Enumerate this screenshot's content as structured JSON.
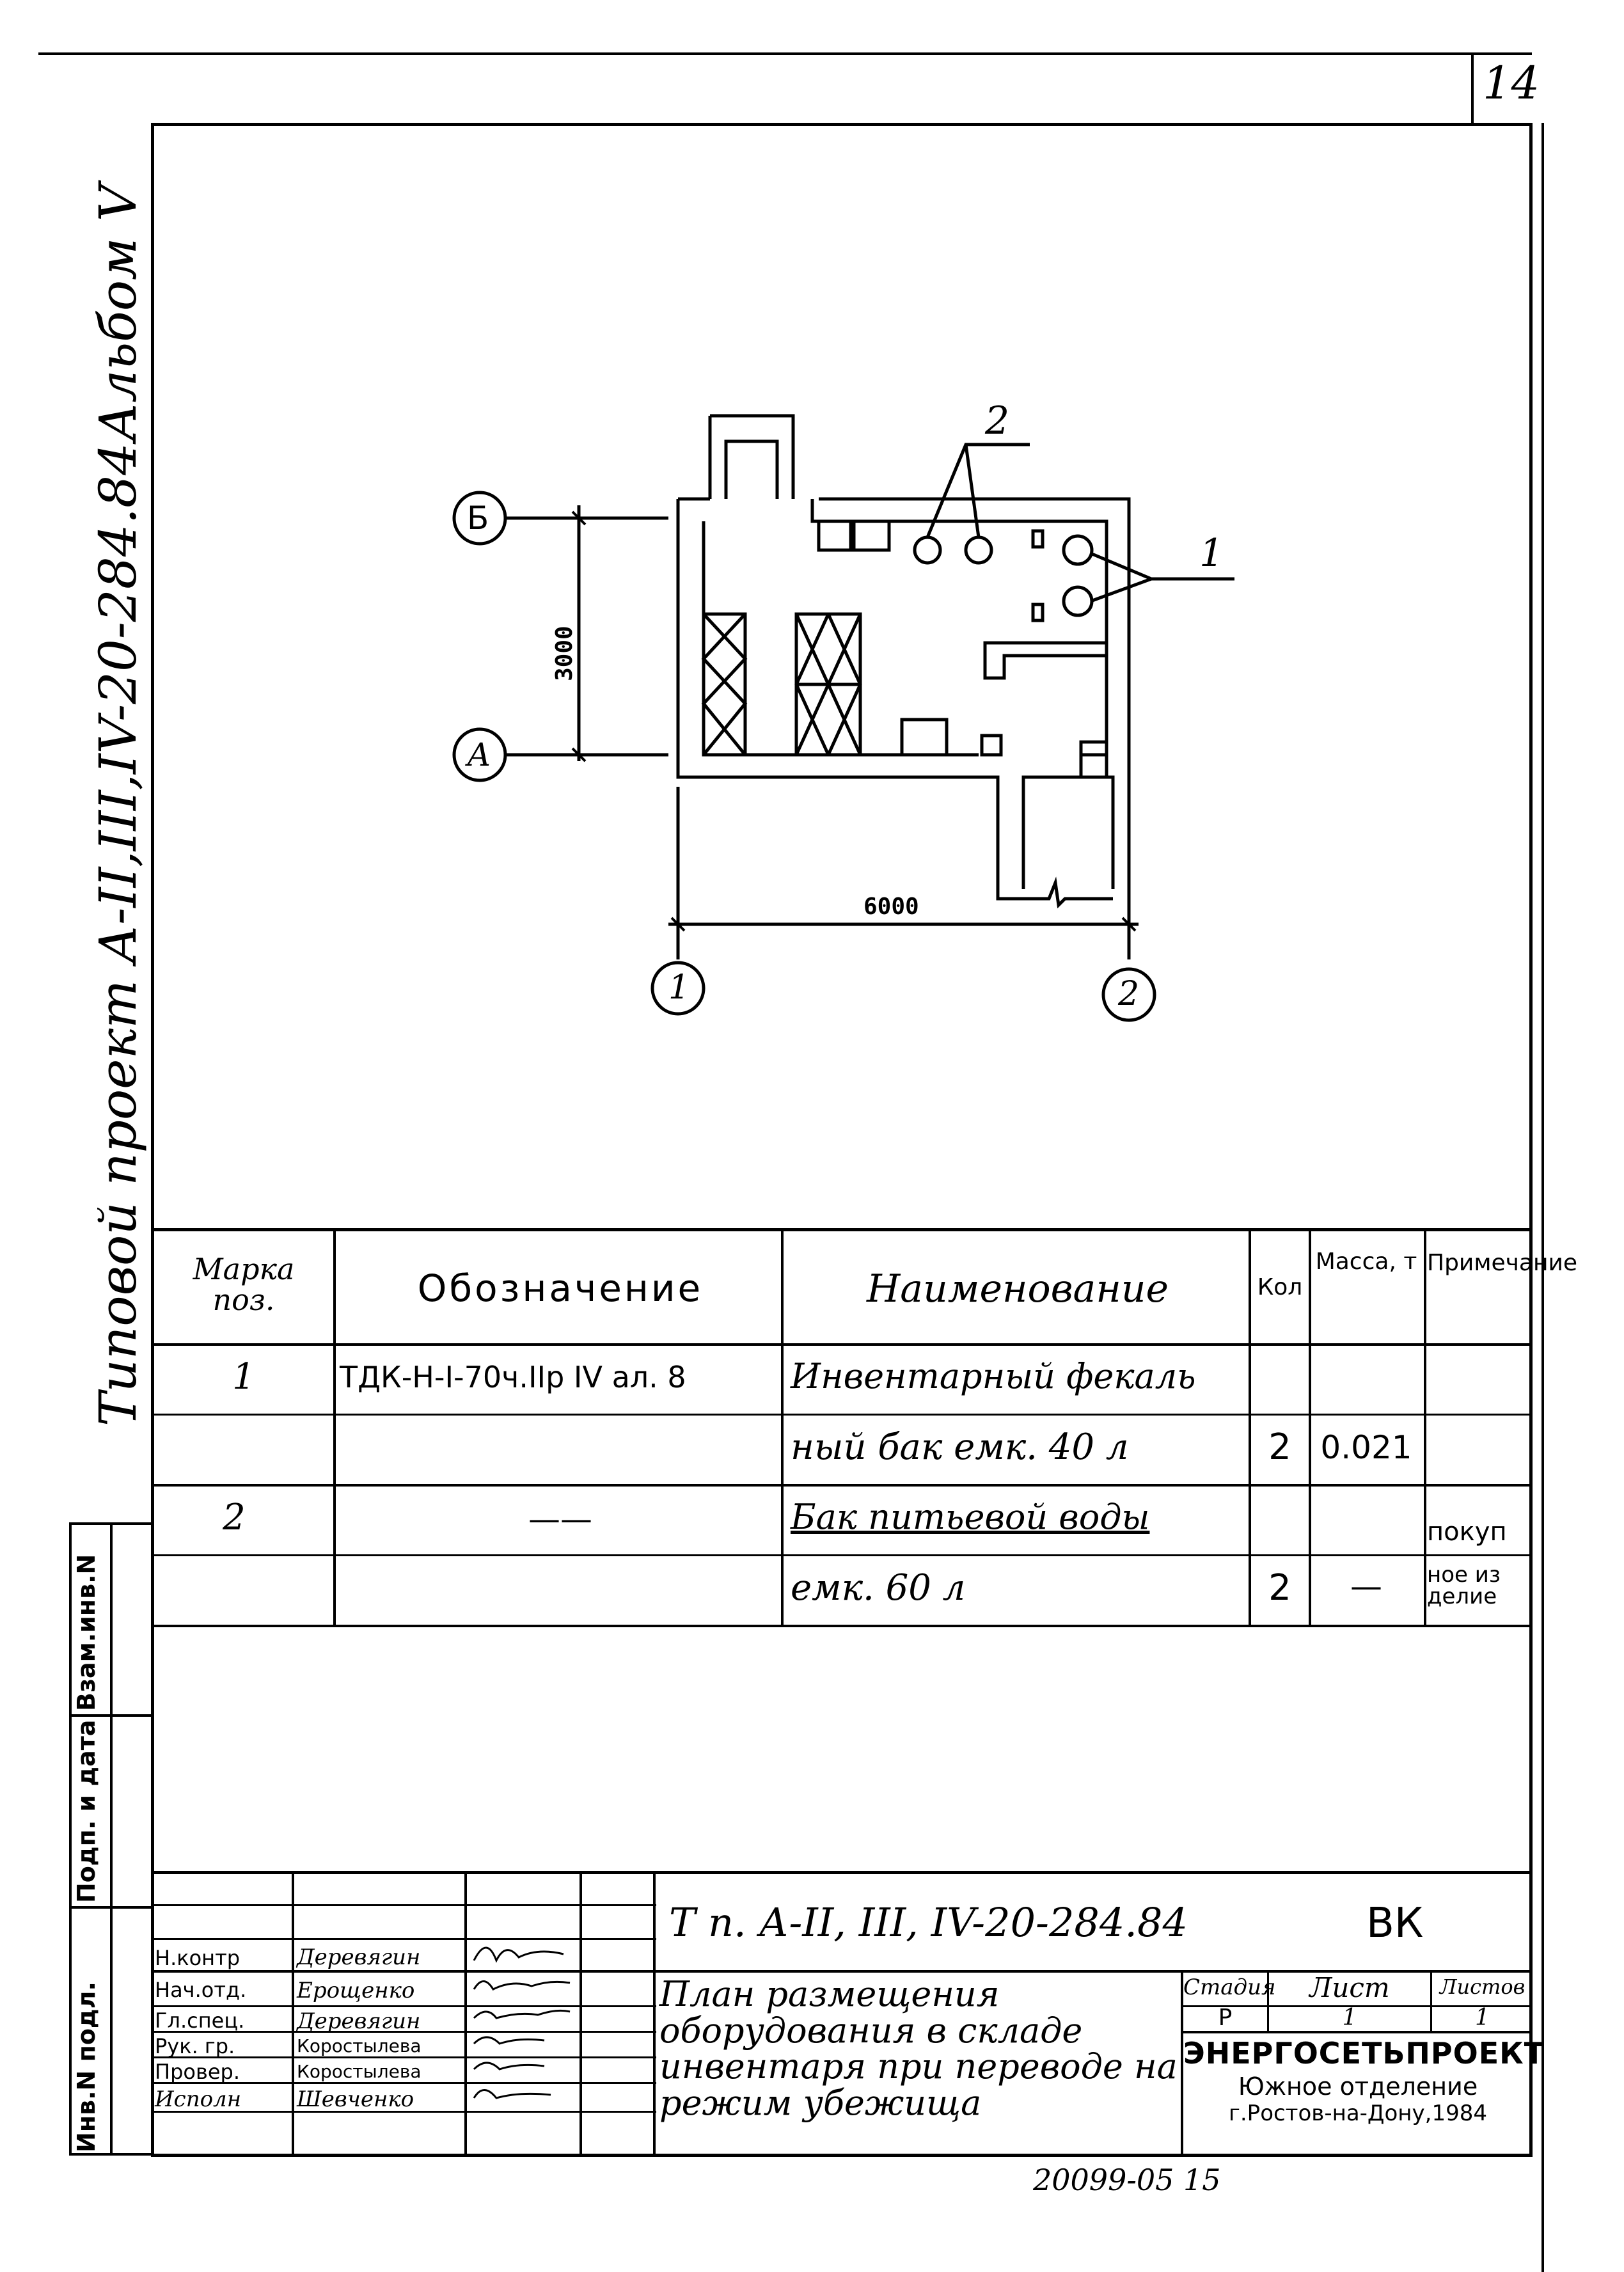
{
  "sheet_number": "14",
  "album_label": "Альбом V",
  "project_label": "Типовой проект А-II,III,IV-20-284.84",
  "side_stamp": [
    "Инв.N подл.",
    "Подп. и дата",
    "Взам.инв.N"
  ],
  "plan": {
    "axis_b": "Б",
    "axis_a": "А",
    "axis_1": "1",
    "axis_2": "2",
    "dim_vertical": "3000",
    "dim_horizontal": "6000",
    "callout_1": "1",
    "callout_2": "2"
  },
  "spec_table": {
    "headers": {
      "mark": "Марка поз.",
      "designation": "Обозначение",
      "name": "Наименование",
      "qty": "Кол",
      "mass": "Масса, т",
      "note": "Примечание"
    },
    "rows": [
      {
        "mark": "1",
        "designation": "ТДК-Н-I-70ч.IIр IV ал. 8",
        "name": "Инвентарный фекаль",
        "qty": "",
        "mass": "",
        "note": ""
      },
      {
        "mark": "",
        "designation": "",
        "name": "ный бак емк. 40 л",
        "qty": "2",
        "mass": "0.021",
        "note": ""
      },
      {
        "mark": "2",
        "designation": "——",
        "name": "Бак питьевой воды",
        "qty": "",
        "mass": "",
        "note": "покуп"
      },
      {
        "mark": "",
        "designation": "",
        "name": "емк. 60 л",
        "qty": "2",
        "mass": "—",
        "note": "ное из делие"
      }
    ]
  },
  "title_block": {
    "code": "Т п. А-II, III, IV-20-284.84",
    "section": "ВК",
    "title": "План размещения оборудования в складе инвентаря при переводе на режим убежища",
    "stage_label": "Стадия",
    "sheet_label": "Лист",
    "sheets_label": "Листов",
    "stage": "Р",
    "sheet": "1",
    "sheets": "1",
    "org_name": "ЭНЕРГОСЕТЬПРОЕКТ",
    "org_branch": "Южное отделение",
    "org_city": "г.Ростов-на-Дону,1984",
    "staff": [
      {
        "role": "Н.контр",
        "name": "Деревягин"
      },
      {
        "role": "Нач.отд.",
        "name": "Ерощенко"
      },
      {
        "role": "Гл.спец.",
        "name": "Деревягин"
      },
      {
        "role": "Рук. гр.",
        "name": "Коростылева"
      },
      {
        "role": "Провер.",
        "name": "Коростылева"
      },
      {
        "role": "Исполн",
        "name": "Шевченко"
      }
    ]
  },
  "bottom_number": "20099-05  15"
}
